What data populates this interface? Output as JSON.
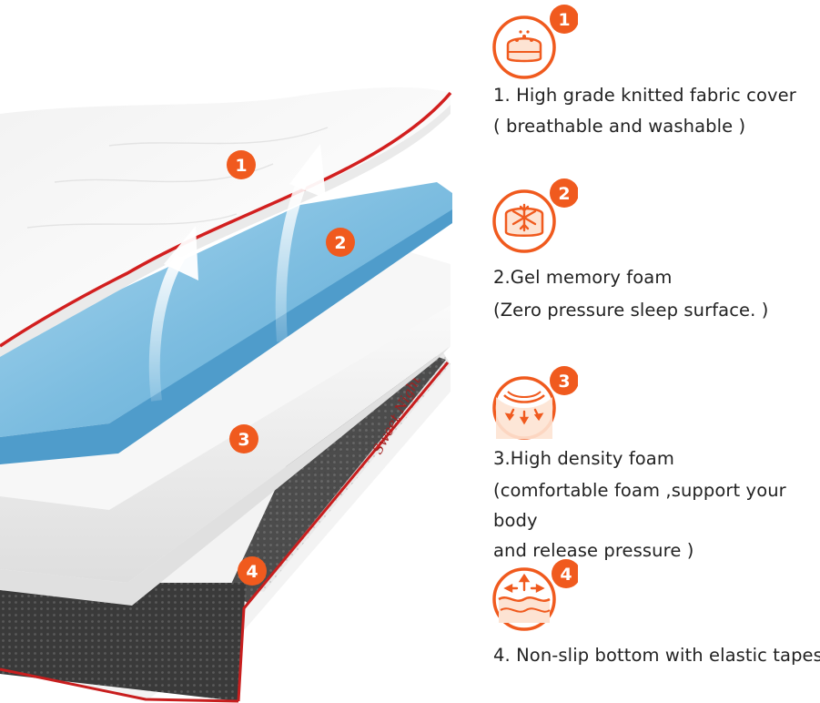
{
  "colors": {
    "accent": "#f05a1e",
    "cover_edge": "#d21f1f",
    "gel": "#7fc0e2",
    "foam": "#f5f5f5",
    "base": "#2b2b2b"
  },
  "illustration": {
    "brand_text": "Sweet Night",
    "layer_badges": [
      "1",
      "2",
      "3",
      "4"
    ]
  },
  "features": [
    {
      "number": "1",
      "icon": "breathable-fabric-icon",
      "title": "1. High grade knitted fabric cover",
      "description": "( breathable and washable )"
    },
    {
      "number": "2",
      "icon": "snowflake-gel-icon",
      "title": "2.Gel memory foam",
      "description": "(Zero pressure sleep surface. )"
    },
    {
      "number": "3",
      "icon": "pressure-relief-icon",
      "title": "3.High density foam",
      "description": "(comfortable foam ,support your body\nand release pressure  )"
    },
    {
      "number": "4",
      "icon": "elastic-base-icon",
      "title": "4. Non-slip bottom with elastic tapes",
      "description": ""
    }
  ]
}
